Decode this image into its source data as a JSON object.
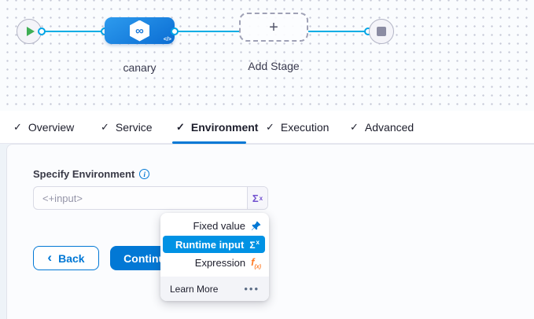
{
  "pipeline": {
    "canary_label": "canary",
    "add_stage_label": "Add Stage",
    "plus_glyph": "+",
    "infinity_glyph": "∞",
    "code_glyph": "</>"
  },
  "tabs": {
    "check_glyph": "✓",
    "items": [
      {
        "label": "Overview"
      },
      {
        "label": "Service"
      },
      {
        "label": "Environment"
      },
      {
        "label": "Execution"
      },
      {
        "label": "Advanced"
      }
    ],
    "active": "Environment"
  },
  "form": {
    "label": "Specify Environment",
    "info_glyph": "i",
    "input_value": "<+input>",
    "sigma_glyph": "Σ",
    "sigma_sup": "x"
  },
  "menu": {
    "items": [
      {
        "label": "Fixed value"
      },
      {
        "label": "Runtime input"
      },
      {
        "label": "Expression"
      }
    ],
    "selected": "Runtime input",
    "sigma_glyph": "Σ",
    "sigma_sup": "x",
    "fx_f": "f",
    "fx_sub": "(x)",
    "footer_label": "Learn More",
    "more_glyph": "•••"
  },
  "buttons": {
    "back_chevron": "‹",
    "back": "Back",
    "continue": "Continue"
  },
  "colors": {
    "primary": "#0278d5",
    "selected_item": "#0092e4",
    "edge": "#00ade4",
    "expression_orange": "#ff7d29",
    "sigma_purple": "#7150cf",
    "node_gradient_start": "#2d9bee",
    "node_gradient_end": "#0b6dd3"
  }
}
